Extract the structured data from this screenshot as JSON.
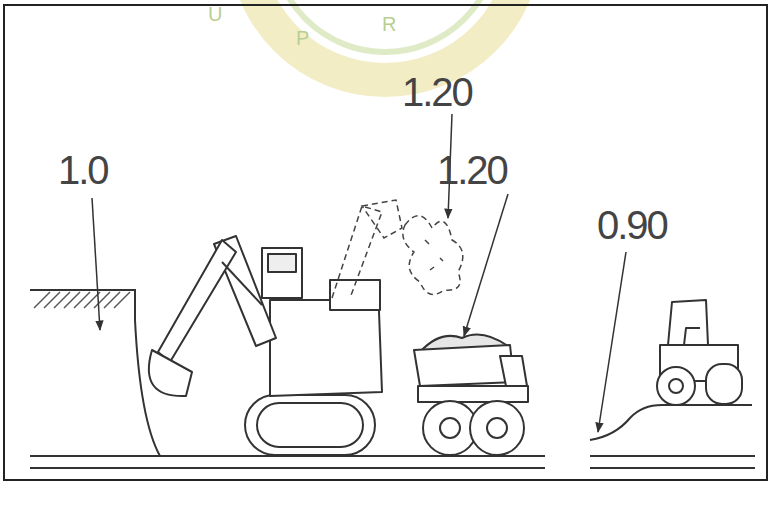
{
  "diagram": {
    "labels": [
      "1.0",
      "1.20",
      "1.20",
      "0.90",
      "U",
      "P",
      "R"
    ]
  }
}
